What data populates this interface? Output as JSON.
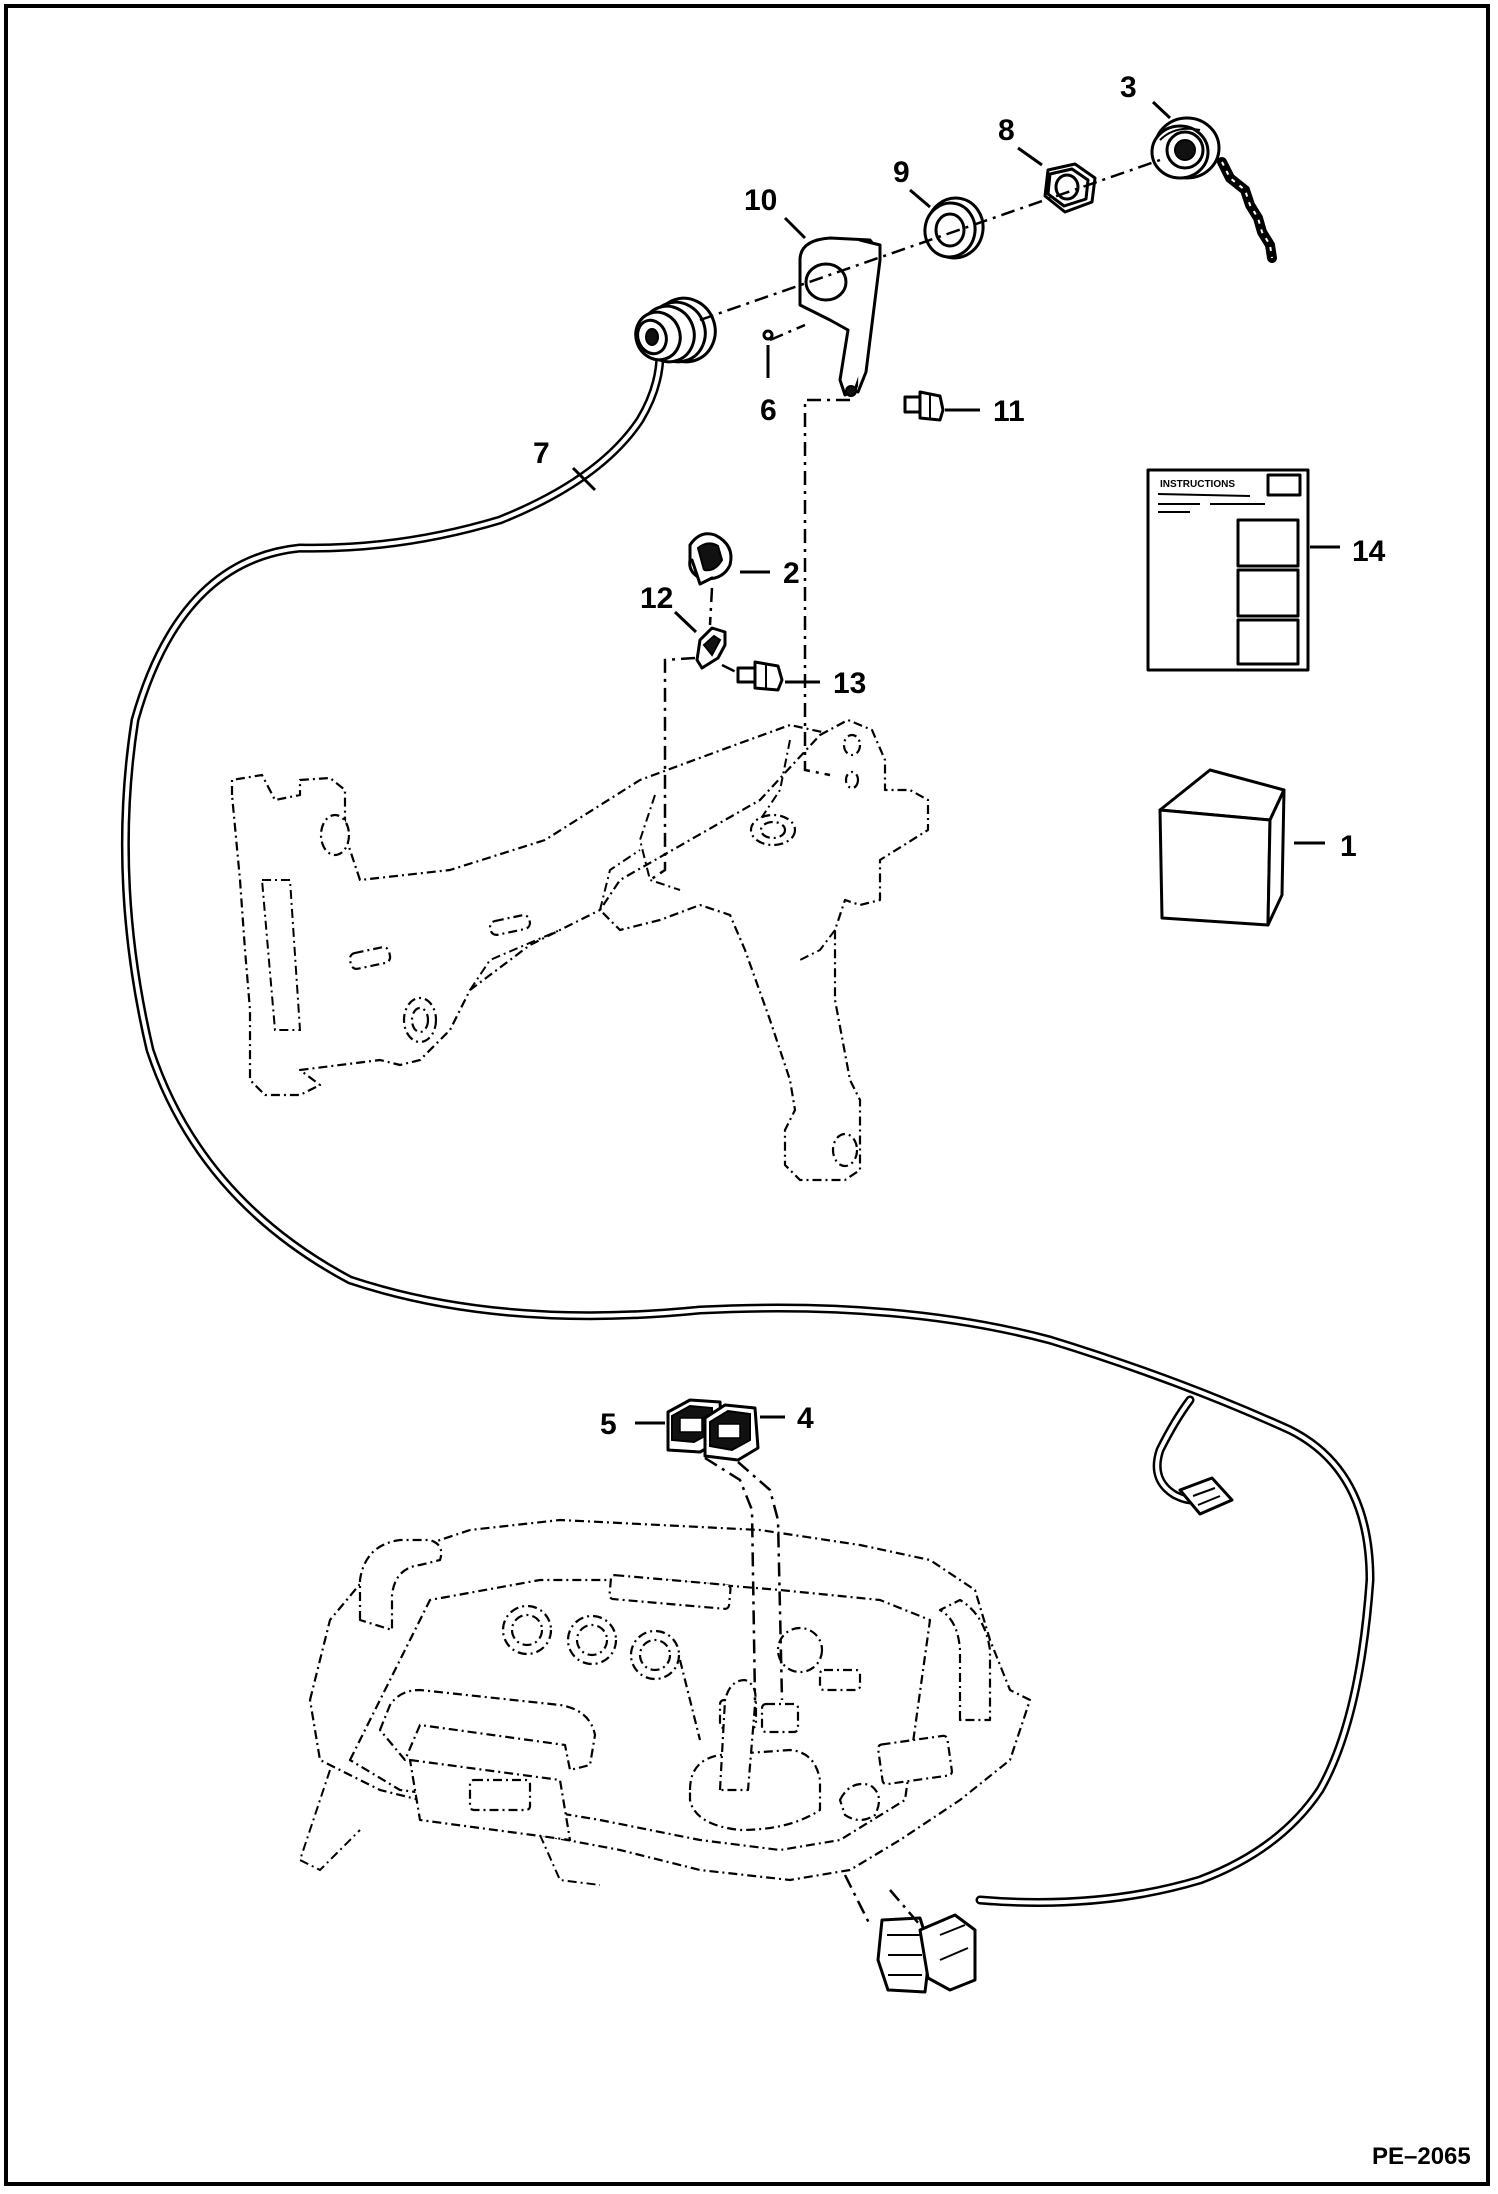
{
  "callouts": {
    "c1": "1",
    "c2": "2",
    "c3": "3",
    "c4": "4",
    "c5": "5",
    "c6": "6",
    "c7": "7",
    "c8": "8",
    "c9": "9",
    "c10": "10",
    "c11": "11",
    "c12": "12",
    "c13": "13",
    "c14": "14"
  },
  "instructions_sheet": {
    "heading": "INSTRUCTIONS"
  },
  "figure_ref": "PE–2065"
}
